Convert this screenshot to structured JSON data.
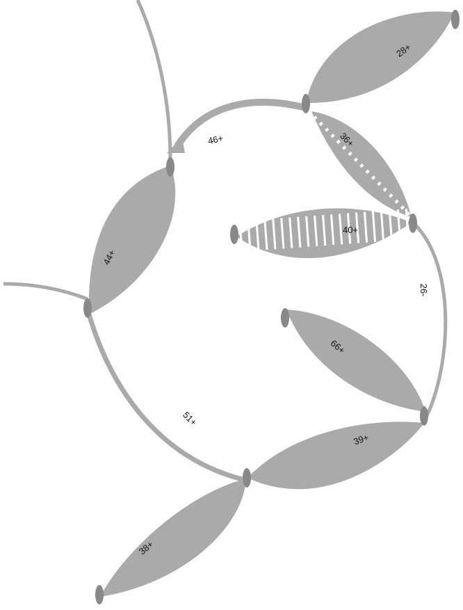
{
  "colors": {
    "edge": "#aaaaaa",
    "node": "#888888",
    "label": "#111111",
    "background": "#ffffff"
  },
  "edges": [
    {
      "id": "e28",
      "label": "28+",
      "style": "lens"
    },
    {
      "id": "e36",
      "label": "36+",
      "style": "zigzag"
    },
    {
      "id": "e40",
      "label": "40+",
      "style": "zigzag"
    },
    {
      "id": "e46",
      "label": "46+",
      "style": "arrow"
    },
    {
      "id": "e44",
      "label": "44+",
      "style": "lens"
    },
    {
      "id": "e26",
      "label": "26-",
      "style": "curve"
    },
    {
      "id": "e66",
      "label": "66+",
      "style": "lens"
    },
    {
      "id": "e39",
      "label": "39+",
      "style": "lens"
    },
    {
      "id": "e51",
      "label": "51+",
      "style": "curve"
    },
    {
      "id": "e38",
      "label": "38+",
      "style": "lens"
    }
  ],
  "nodes": [
    {
      "id": "n1"
    },
    {
      "id": "n2"
    },
    {
      "id": "n3"
    },
    {
      "id": "n4"
    },
    {
      "id": "n5"
    },
    {
      "id": "n6"
    },
    {
      "id": "n7"
    },
    {
      "id": "n8"
    },
    {
      "id": "n9"
    },
    {
      "id": "n10"
    },
    {
      "id": "n11"
    }
  ]
}
